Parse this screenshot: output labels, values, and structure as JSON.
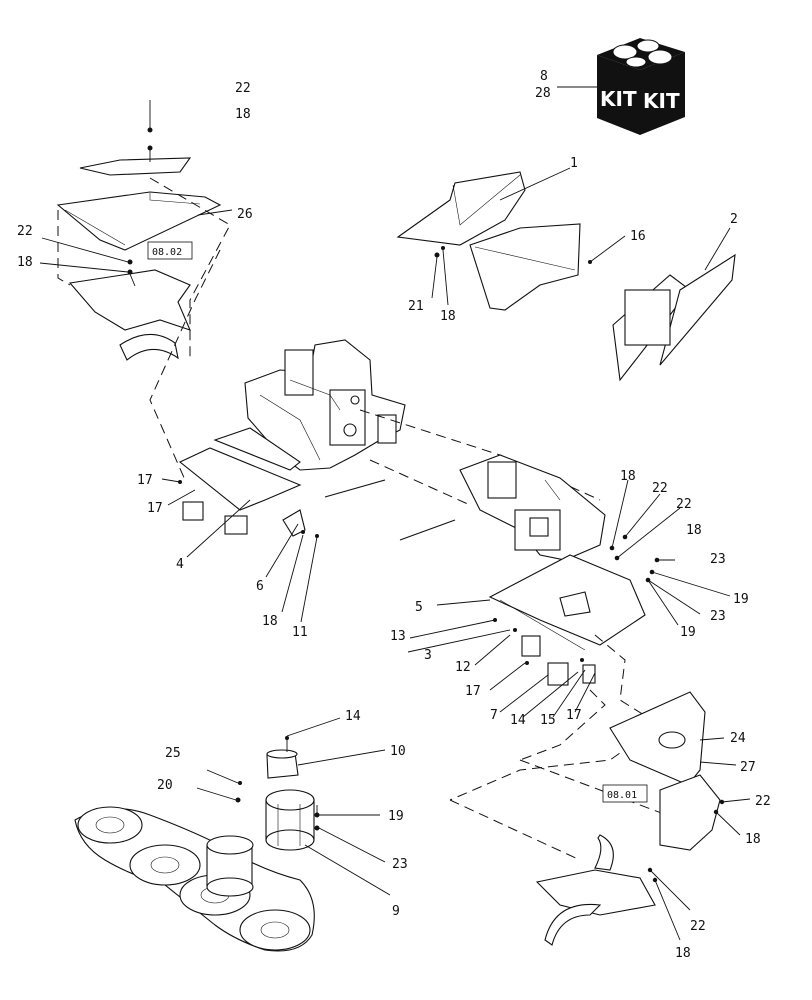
{
  "kit": {
    "label_left": "KIT",
    "label_right": "KIT",
    "numbers": [
      "8",
      "28"
    ]
  },
  "refs": [
    "08.02",
    "08.01"
  ],
  "labels": {
    "l22a": "22",
    "l18a": "18",
    "l26": "26",
    "l22b": "22",
    "l18b": "18",
    "l1": "1",
    "l16": "16",
    "l21": "21",
    "l18c": "18",
    "l2": "2",
    "l17a": "17",
    "l17b": "17",
    "l4": "4",
    "l6": "6",
    "l18d": "18",
    "l11": "11",
    "l18e": "18",
    "l22c": "22",
    "l22d": "22",
    "l18f": "18",
    "l23a": "23",
    "l19a": "19",
    "l23b": "23",
    "l19b": "19",
    "l5": "5",
    "l13": "13",
    "l3": "3",
    "l12": "12",
    "l17c": "17",
    "l7": "7",
    "l14a": "14",
    "l15": "15",
    "l17d": "17",
    "l14b": "14",
    "l10": "10",
    "l25": "25",
    "l20": "20",
    "l19c": "19",
    "l23c": "23",
    "l9": "9",
    "l24": "24",
    "l27": "27",
    "l22e": "22",
    "l18g": "18",
    "l22f": "22",
    "l18h": "18"
  },
  "colors": {
    "ink": "#111111",
    "paper": "#ffffff"
  },
  "icons": [
    "kit-box-icon"
  ]
}
